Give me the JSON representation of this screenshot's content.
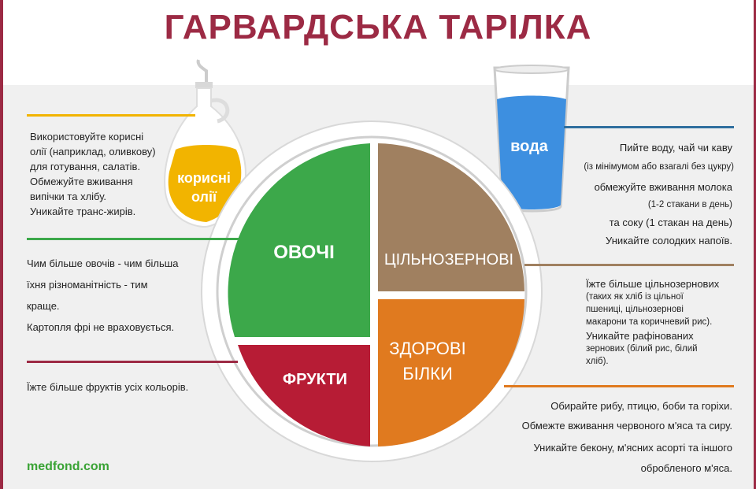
{
  "title": "ГАРВАРДСЬКА ТАРІЛКА",
  "colors": {
    "title": "#9c2a44",
    "vegetables": "#3ca84a",
    "grains": "#a08060",
    "fruits": "#b71c35",
    "proteins": "#e07a1f",
    "oil": "#f2b400",
    "water": "#3d8fe0"
  },
  "oil": {
    "label_line1": "корисні",
    "label_line2": "олії",
    "text": [
      "Використовуйте корисні",
      "олії (наприклад, оливкову)",
      "для готування, салатів.",
      "Обмежуйте вживання",
      "випічки та хлібу.",
      "Уникайте транс-жирів."
    ]
  },
  "water": {
    "label": "вода",
    "text": [
      "Пийте воду, чай чи каву",
      "(із мінімумом або взагалі без цукру)",
      "обмежуйте вживання молока",
      "(1-2 стакани в день)",
      "та соку (1 стакан на день)",
      "Уникайте солодких напоїв."
    ]
  },
  "plate": {
    "vegetables": "ОВОЧІ",
    "grains": "ЦІЛЬНОЗЕРНОВІ",
    "fruits": "ФРУКТИ",
    "proteins_line1": "ЗДОРОВІ",
    "proteins_line2": "БІЛКИ"
  },
  "vegetables_text": [
    "Чим більше овочів - чим більша",
    "їхня різноманітність - тим",
    "краще.",
    "Картопля фрі не враховується."
  ],
  "grains_text": [
    "Їжте більше цільнозернових",
    "(таких як хліб із цільної",
    "пшениці, цільнозернові",
    "макарони та коричневий рис).",
    "Уникайте рафінованих",
    "зернових (білий рис, білий",
    "хліб)."
  ],
  "fruits_text": [
    "Їжте більше фруктів усіх кольорів."
  ],
  "proteins_text": [
    "Обирайте рибу, птицю, боби та горіхи.",
    "Обмежте вживання червоного м'яса та сиру.",
    "Уникайте бекону, м'ясних асорті та іншого",
    "обробленого м'яса."
  ],
  "source": "medfond.com"
}
